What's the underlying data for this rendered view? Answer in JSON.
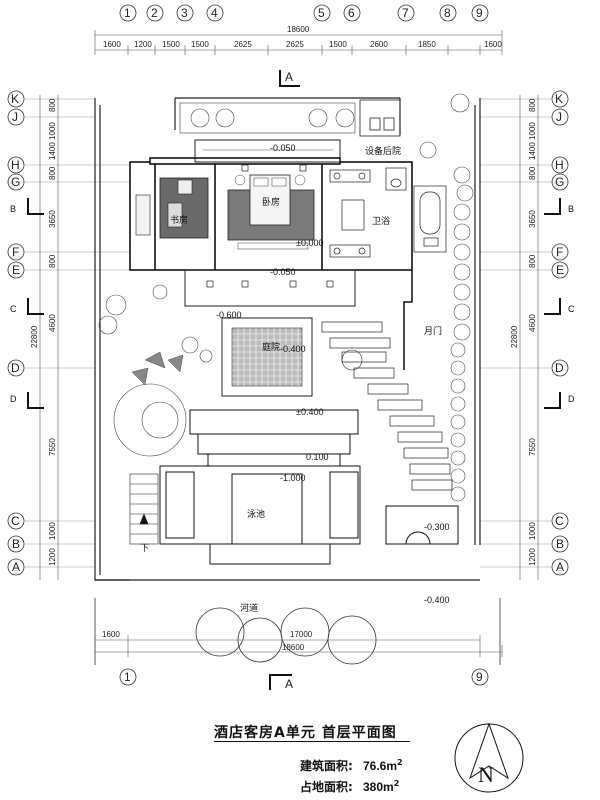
{
  "grid_columns": [
    "1",
    "2",
    "3",
    "4",
    "5",
    "6",
    "7",
    "8",
    "9"
  ],
  "grid_rows": [
    "K",
    "J",
    "H",
    "G",
    "F",
    "E",
    "D",
    "C",
    "B",
    "A"
  ],
  "bottom_grid_columns": [
    "1",
    "9"
  ],
  "top_total": "18600",
  "top_dims": [
    "1600",
    "1200",
    "1500",
    "1500",
    "2625",
    "2625",
    "1500",
    "2600",
    "1850",
    "1600"
  ],
  "side_dims_outer": [
    "22800"
  ],
  "side_dims": [
    "1000",
    "800",
    "1400",
    "800",
    "3650",
    "800",
    "4600",
    "7550",
    "1000",
    "1200"
  ],
  "bottom_dims": {
    "left": "1600",
    "mid": "17000",
    "total": "18600"
  },
  "section_marks": [
    "A",
    "A",
    "B",
    "B",
    "C",
    "C",
    "D",
    "D"
  ],
  "rooms": {
    "equipment_yard": "设备后院",
    "bedroom": "卧房",
    "bathroom": "卫浴",
    "study": "书房",
    "courtyard": "庭院",
    "moon_gate": "月门",
    "pool": "泳池",
    "river": "河道",
    "stairs_down": "下"
  },
  "levels": {
    "l1": "-0.050",
    "l2": "±0.000",
    "l3": "-0.050",
    "l4": "-0.600",
    "l5": "-0.400",
    "l6": "±0.400",
    "l7": "0.100",
    "l8": "-1.000",
    "l9": "-0.300",
    "l10": "-0.400"
  },
  "title": "酒店客房A单元  首层平面图",
  "area_built_label": "建筑面积:",
  "area_built_value": "76.6m",
  "area_site_label": "占地面积:",
  "area_site_value": "380m",
  "area_superscript": "2",
  "north_label": "N"
}
